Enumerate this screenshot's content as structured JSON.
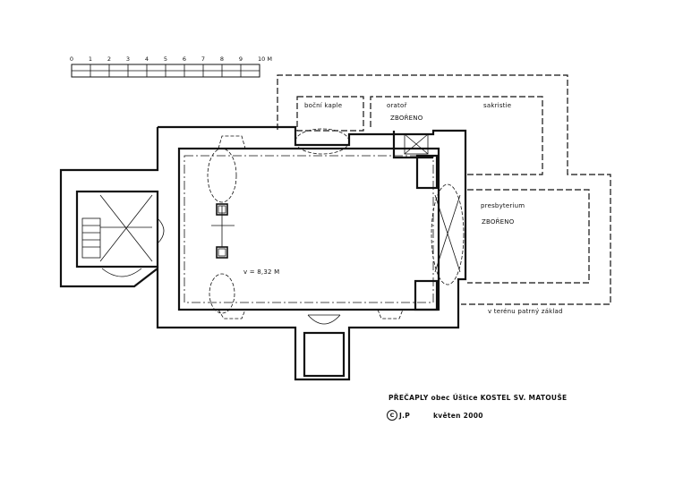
{
  "scale": {
    "ticks": [
      "0",
      "1",
      "2",
      "3",
      "4",
      "5",
      "6",
      "7",
      "8",
      "9",
      "10 M"
    ]
  },
  "labels": {
    "side_chapel": "boční kaple",
    "oratory": "oratoř",
    "oratory_status": "ZBOŘENO",
    "sacristy": "sakristie",
    "presbytery": "presbyterium",
    "presbytery_status": "ZBOŘENO",
    "height": "v = 8,32 M",
    "foundation": "v terénu patrný základ"
  },
  "caption": {
    "title": "PŘEČAPLY  obec Úštice  KOSTEL  SV. MATOUŠE",
    "copyright_symbol": "C",
    "author": "J.P",
    "date": "květen  2000"
  },
  "colors": {
    "ink": "#111111",
    "paper": "#ffffff"
  }
}
